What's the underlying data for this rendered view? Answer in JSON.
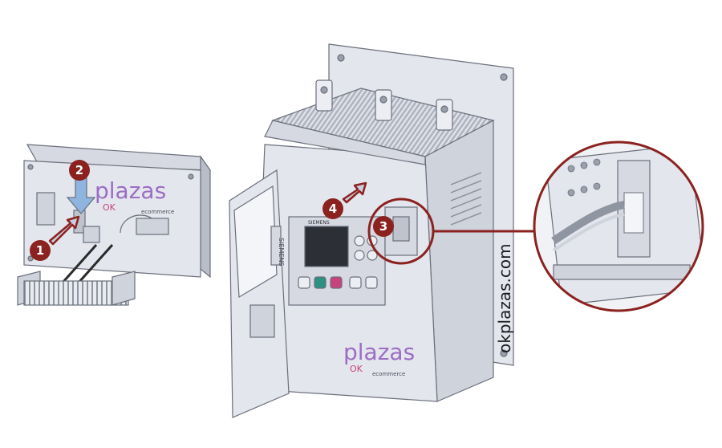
{
  "figure": {
    "colors": {
      "outline": "#6a6f7a",
      "body_light": "#e4e6ee",
      "body_mid": "#cfd3dc",
      "body_dark": "#9aa0ab",
      "marker": "#8b2220",
      "arrow_fill": "#c9cedd",
      "step2_arrow": "#8fb4df",
      "screen": "#2c2f36",
      "teal_button": "#2e8f83",
      "watermark_purple": "#8a4fb8",
      "watermark_pink": "#c8427e"
    },
    "steps": [
      {
        "id": "1",
        "label": "1"
      },
      {
        "id": "2",
        "label": "2"
      },
      {
        "id": "3",
        "label": "3"
      },
      {
        "id": "4",
        "label": "4"
      }
    ],
    "device_brand": "SIEMENS",
    "panel_brand": "SIEMENS",
    "watermarks": [
      {
        "main": "plazas",
        "sub_left": "OK",
        "sub_right": "ecommerce"
      },
      {
        "main": "plazas",
        "sub_left": "OK",
        "sub_right": "ecommerce"
      }
    ],
    "site_text": "okplazas.com"
  }
}
